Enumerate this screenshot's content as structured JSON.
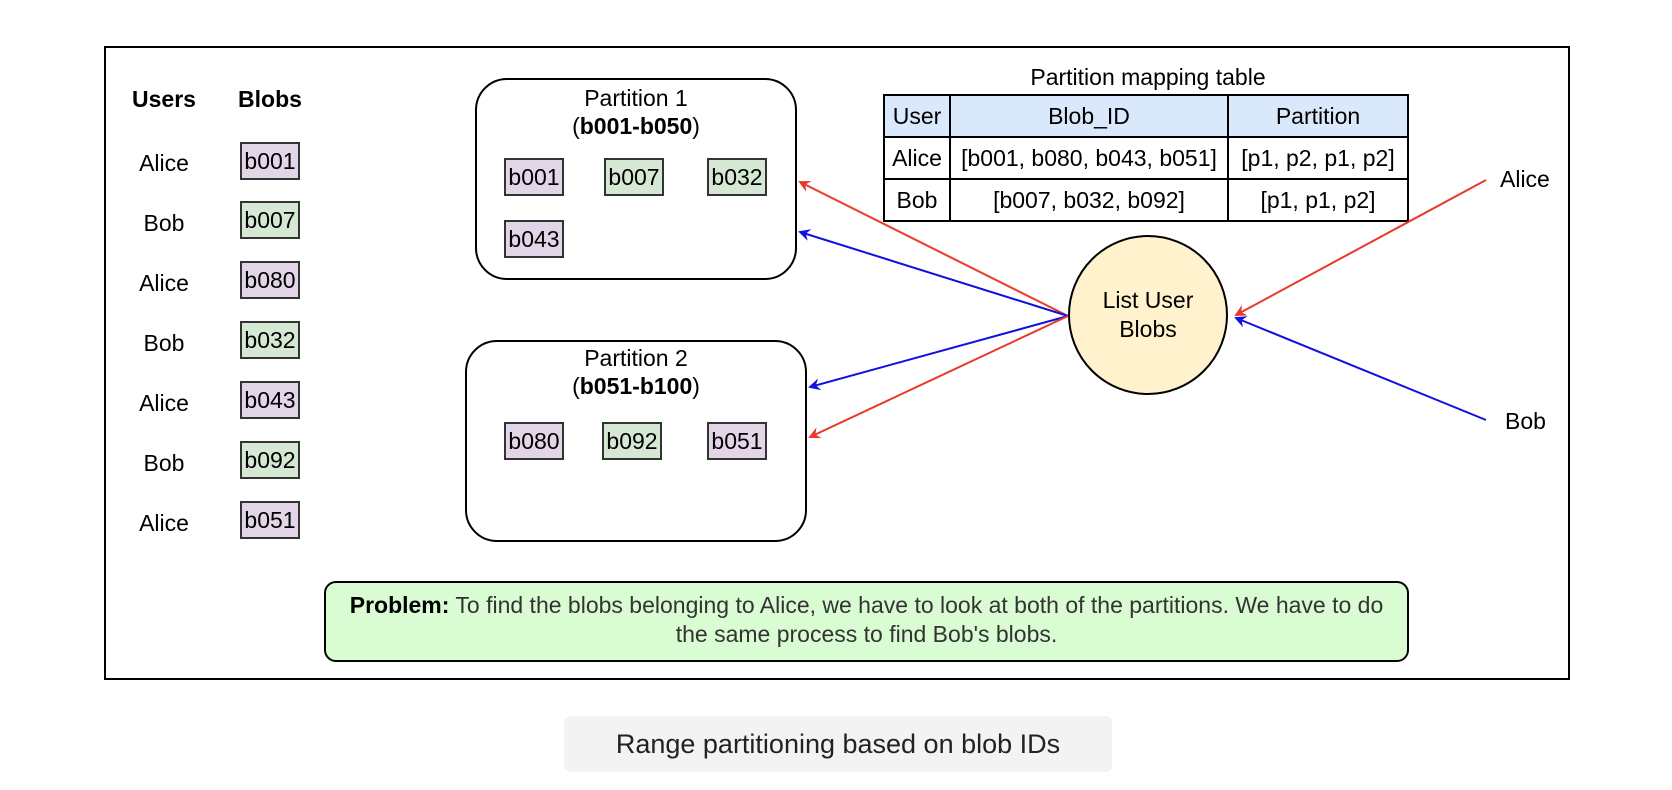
{
  "left_list": {
    "users_header": "Users",
    "blobs_header": "Blobs",
    "rows": [
      {
        "user": "Alice",
        "blob": "b001",
        "color": "purple"
      },
      {
        "user": "Bob",
        "blob": "b007",
        "color": "green"
      },
      {
        "user": "Alice",
        "blob": "b080",
        "color": "purple"
      },
      {
        "user": "Bob",
        "blob": "b032",
        "color": "green"
      },
      {
        "user": "Alice",
        "blob": "b043",
        "color": "purple"
      },
      {
        "user": "Bob",
        "blob": "b092",
        "color": "green"
      },
      {
        "user": "Alice",
        "blob": "b051",
        "color": "purple"
      }
    ]
  },
  "partition1": {
    "title": "Partition 1",
    "range": "b001-b050",
    "blobs": [
      "b001",
      "b007",
      "b032",
      "b043"
    ]
  },
  "partition2": {
    "title": "Partition 2",
    "range": "b051-b100",
    "blobs": [
      "b080",
      "b092",
      "b051"
    ]
  },
  "mapping_table": {
    "caption": "Partition mapping table",
    "headers": [
      "User",
      "Blob_ID",
      "Partition"
    ],
    "rows": [
      [
        "Alice",
        "[b001, b080, b043, b051]",
        "[p1, p2, p1, p2]"
      ],
      [
        "Bob",
        "[b007, b032, b092]",
        "[p1, p1, p2]"
      ]
    ]
  },
  "service": {
    "line1": "List User",
    "line2": "Blobs"
  },
  "clients": {
    "alice": "Alice",
    "bob": "Bob"
  },
  "problem": {
    "label": "Problem:",
    "text": "To find the blobs belonging to Alice, we have to look at both of the partitions. We have to do the same process to find Bob's blobs."
  },
  "caption": "Range partitioning based on blob IDs",
  "colors": {
    "purple_blob": "#e1d5e7",
    "green_blob": "#d5e8d4",
    "service": "#fff2cc",
    "table_header": "#dae8fc",
    "problem_bg": "#d9fcd3",
    "alice_arrow": "#e8392a",
    "bob_arrow": "#1010e0"
  }
}
